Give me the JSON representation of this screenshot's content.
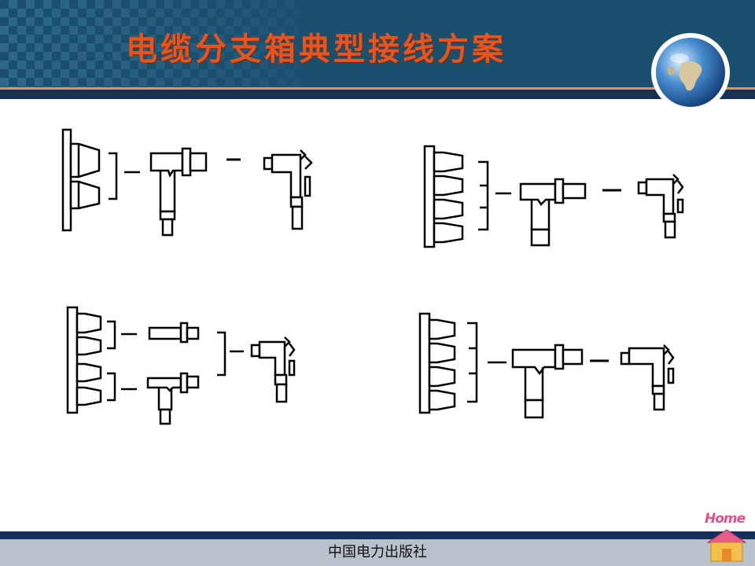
{
  "slide": {
    "title": "电缆分支箱典型接线方案",
    "publisher": "中国电力出版社",
    "home_label": "Home"
  },
  "colors": {
    "header_bg": "#1b4f6e",
    "title": "#e8541e",
    "accent_gold": "#c9a24a",
    "footer_bg": "#b9c1cb"
  },
  "diagrams": [
    {
      "name": "two-bushing-tee-elbow-scheme",
      "bushings": 2
    },
    {
      "name": "four-bushing-tee-elbow-scheme",
      "bushings": 4
    },
    {
      "name": "four-bushing-dual-tee-elbow-scheme",
      "bushings": 4
    },
    {
      "name": "four-bushing-large-tee-elbow-scheme",
      "bushings": 4
    }
  ]
}
